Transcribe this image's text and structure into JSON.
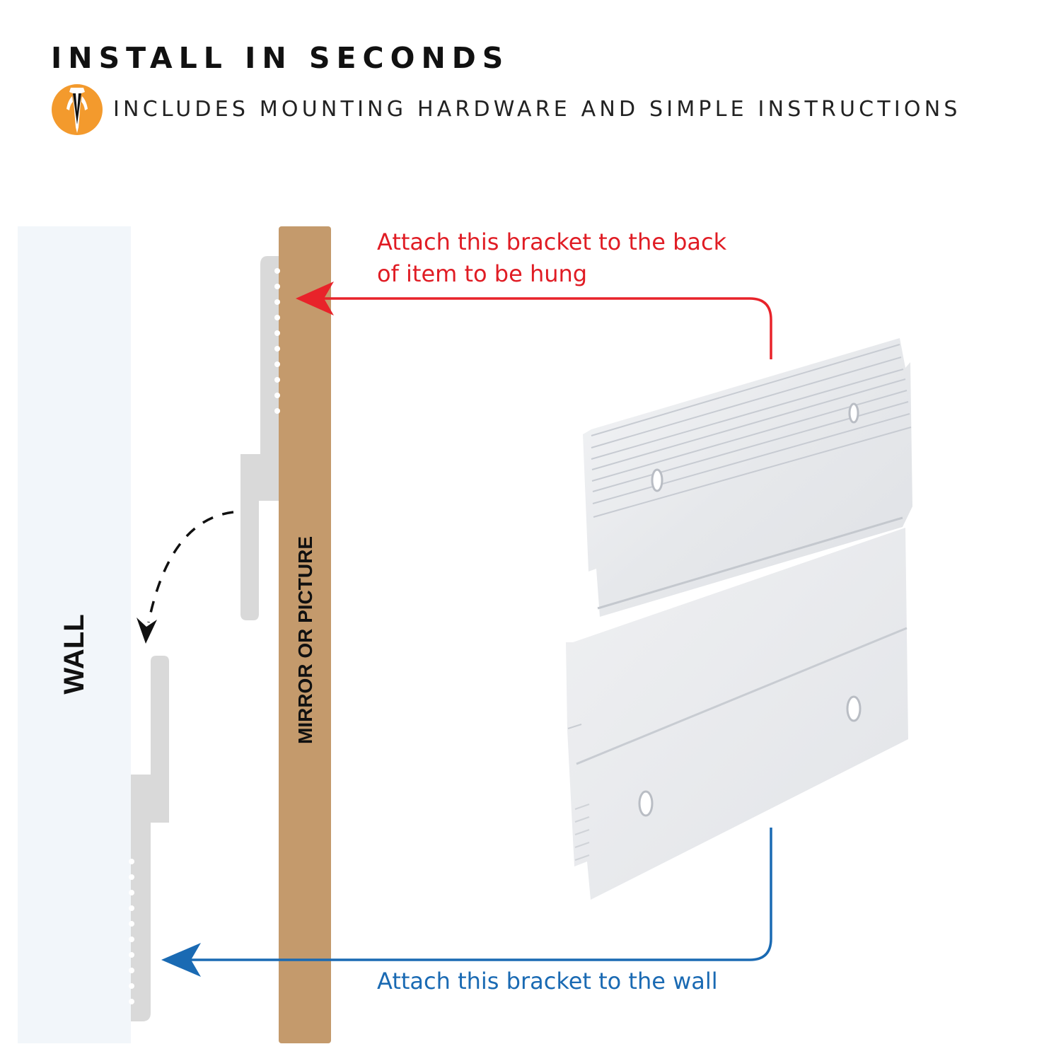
{
  "header": {
    "title": "INSTALL IN SECONDS",
    "subtitle": "INCLUDES MOUNTING HARDWARE AND SIMPLE INSTRUCTIONS",
    "logo_icon": "brand-logo-icon",
    "logo_color": "#f39a2d"
  },
  "diagram": {
    "wall_label": "WALL",
    "panel_label": "MIRROR OR PICTURE",
    "wall_color": "#f2f6fa",
    "panel_color": "#c49a6c",
    "bracket_color": "#d9d9d9"
  },
  "annotations": {
    "item_bracket": "Attach this bracket to the back of item to be hung",
    "wall_bracket": "Attach this bracket to the wall",
    "item_arrow_color": "#e8232a",
    "wall_arrow_color": "#1a6ab3"
  }
}
